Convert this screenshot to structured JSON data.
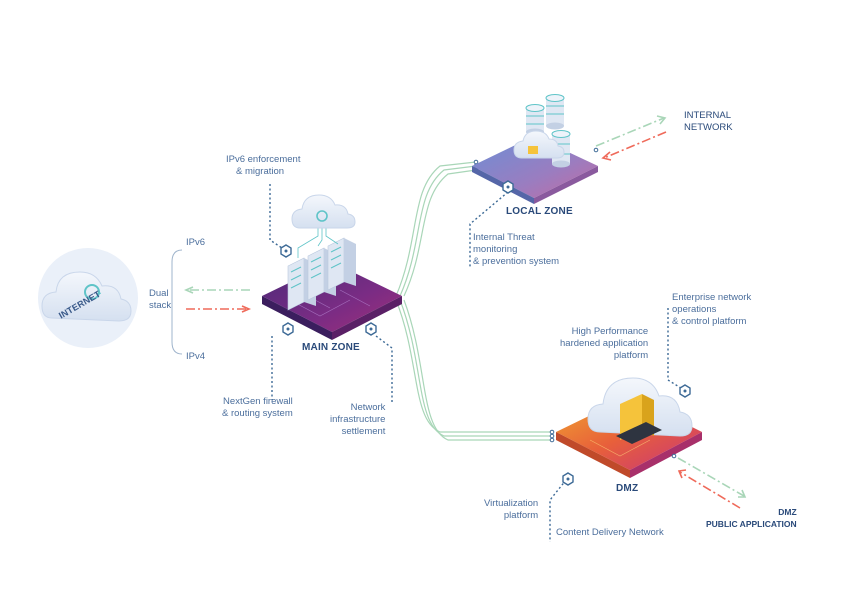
{
  "zones": {
    "internet": "INTERNET",
    "main": "MAIN ZONE",
    "local": "LOCAL ZONE",
    "dmz": "DMZ"
  },
  "labels": {
    "ipv6_enforcement": [
      "IPv6 enforcement",
      "& migration"
    ],
    "ipv6": "IPv6",
    "ipv4": "IPv4",
    "dual_stack": [
      "Dual",
      "stack"
    ],
    "nextgen": [
      "NextGen firewall",
      "& routing system"
    ],
    "infra": [
      "Network",
      "infrastructure",
      "settlement"
    ],
    "internal_threat": [
      "Internal Threat",
      "monitoring",
      "& prevention system"
    ],
    "internal_network": [
      "INTERNAL",
      "NETWORK"
    ],
    "enterprise": [
      "Enterprise network",
      "operations",
      "& control platform"
    ],
    "high_perf": [
      "High Performance",
      "hardened application",
      "platform"
    ],
    "virtualization": [
      "Virtualization",
      "platform"
    ],
    "cdn": "Content Delivery Network",
    "dmz_public": [
      "DMZ",
      "PUBLIC APPLICATION"
    ]
  },
  "colors": {
    "label_text": "#4b6e9c",
    "zone_text": "#2a4a7a",
    "dotted_line": "#3d6a96",
    "green_line": "#a9d6b8",
    "red_line": "#ef6a5a",
    "main_platform": "#6a2c7c",
    "local_platform": "#8a7fbd",
    "dmz_platform": "#e0593f",
    "cloud": "#e4ecf6"
  }
}
